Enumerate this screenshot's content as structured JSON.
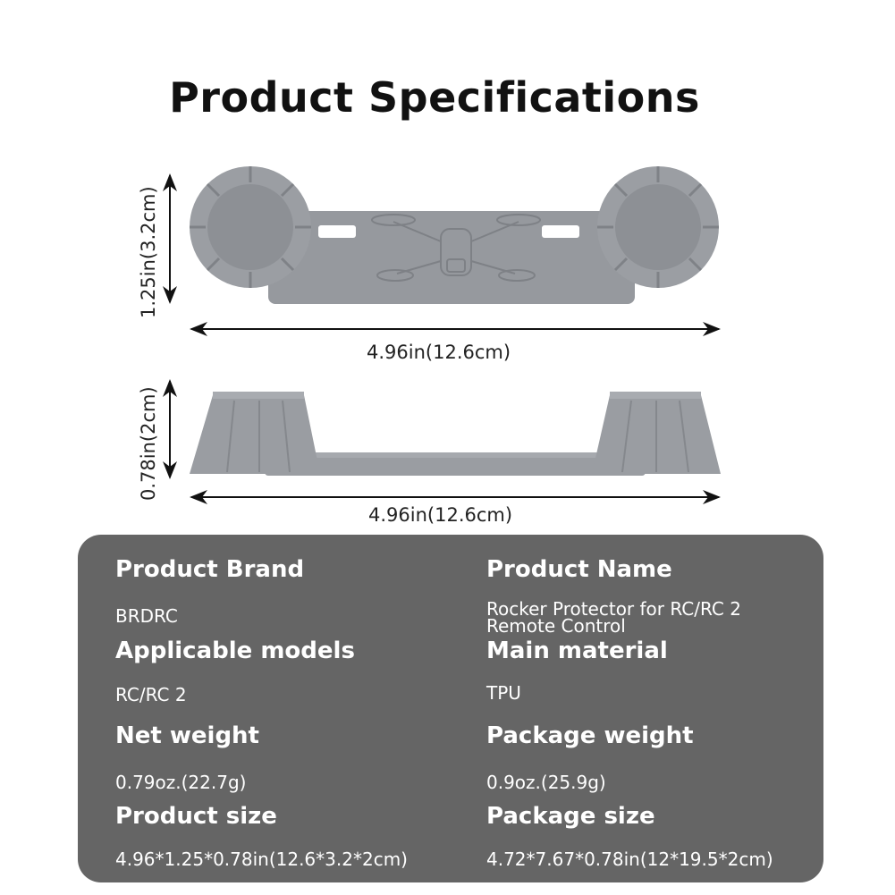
{
  "title": "Product Specifications",
  "dimensions": {
    "top_height": "1.25in(3.2cm)",
    "top_width": "4.96in(12.6cm)",
    "side_height": "0.78in(2cm)",
    "side_width": "4.96in(12.6cm)"
  },
  "specs": {
    "brand": {
      "label": "Product Brand",
      "value": "BRDRC"
    },
    "name": {
      "label": "Product Name",
      "value_line1": "Rocker Protector for RC/RC 2",
      "value_line2": "Remote Control"
    },
    "models": {
      "label": "Applicable models",
      "value": "RC/RC 2"
    },
    "material": {
      "label": "Main material",
      "value": "TPU"
    },
    "net_weight": {
      "label": "Net weight",
      "value": "0.79oz.(22.7g)"
    },
    "package_weight": {
      "label": "Package weight",
      "value": "0.9oz.(25.9g)"
    },
    "product_size": {
      "label": "Product size",
      "value": "4.96*1.25*0.78in(12.6*3.2*2cm)"
    },
    "package_size": {
      "label": "Package size",
      "value": "4.72*7.67*0.78in(12*19.5*2cm)"
    }
  },
  "colors": {
    "panel": "#656565",
    "product": "#9a9da2",
    "text": "#111111"
  }
}
